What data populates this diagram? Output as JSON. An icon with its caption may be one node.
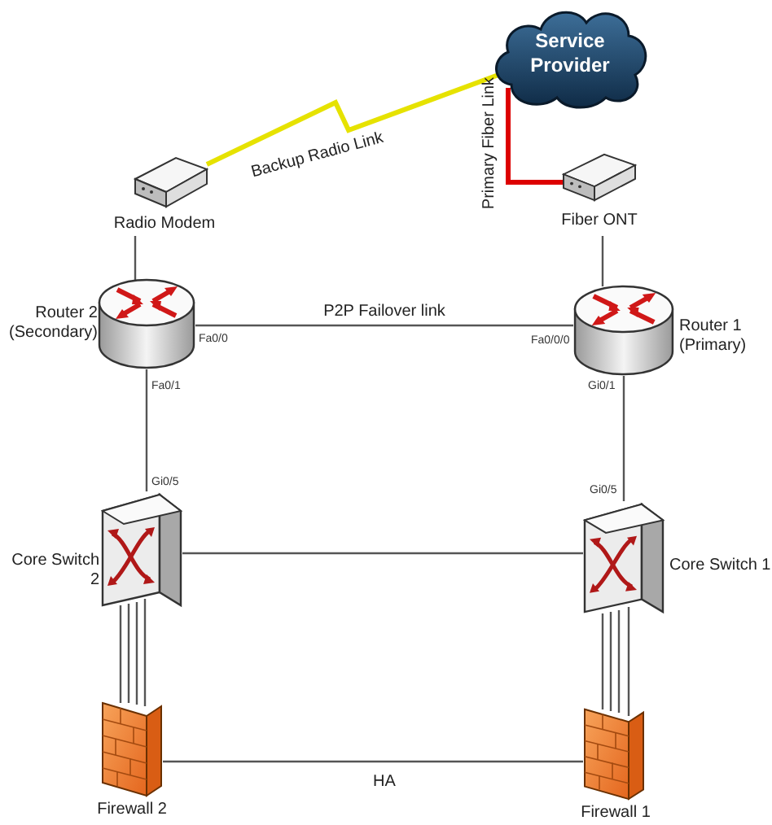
{
  "diagram": {
    "nodes": [
      {
        "text": [
          "Service Provider"
        ]
      },
      {
        "text": [
          "Radio Modem"
        ]
      },
      {
        "text": [
          "Fiber ONT"
        ]
      },
      {
        "text": [
          "Router 2 (Secondary)"
        ]
      },
      {
        "text": [
          "Router 1 (Primary)"
        ]
      },
      {
        "text": [
          "Core Switch 2"
        ]
      },
      {
        "text": [
          "Core Switch 1"
        ]
      },
      {
        "text": [
          "Firewall 2"
        ]
      },
      {
        "text": [
          "Firewall 1"
        ]
      }
    ],
    "edges": [
      {
        "from": 0,
        "to": 1,
        "arrow": "none",
        "label": "Backup Radio Link",
        "style": "thick",
        "color": "#e6e200"
      },
      {
        "from": 0,
        "to": 2,
        "arrow": "none",
        "label": "Primary Fiber Link",
        "style": "thick",
        "color": "#dd0000"
      },
      {
        "from": 1,
        "to": 3,
        "arrow": "none"
      },
      {
        "from": 2,
        "to": 4,
        "arrow": "none"
      },
      {
        "from": 3,
        "to": 4,
        "arrow": "none",
        "label": "P2P Failover link"
      },
      {
        "from": 3,
        "to": 5,
        "arrow": "none"
      },
      {
        "from": 4,
        "to": 6,
        "arrow": "none"
      },
      {
        "from": 5,
        "to": 6,
        "arrow": "none"
      },
      {
        "from": 5,
        "to": 7,
        "arrow": "none"
      },
      {
        "from": 5,
        "to": 7,
        "arrow": "none"
      },
      {
        "from": 5,
        "to": 7,
        "arrow": "none"
      },
      {
        "from": 5,
        "to": 7,
        "arrow": "none"
      },
      {
        "from": 6,
        "to": 8,
        "arrow": "none"
      },
      {
        "from": 6,
        "to": 8,
        "arrow": "none"
      },
      {
        "from": 6,
        "to": 8,
        "arrow": "none"
      },
      {
        "from": 6,
        "to": 8,
        "arrow": "none"
      },
      {
        "from": 7,
        "to": 8,
        "arrow": "none",
        "label": "HA"
      }
    ],
    "labels": [
      "Fa0/0",
      "Fa0/0/0",
      "Fa0/1",
      "Gi0/1",
      "Gi0/5",
      "Gi0/5"
    ]
  }
}
